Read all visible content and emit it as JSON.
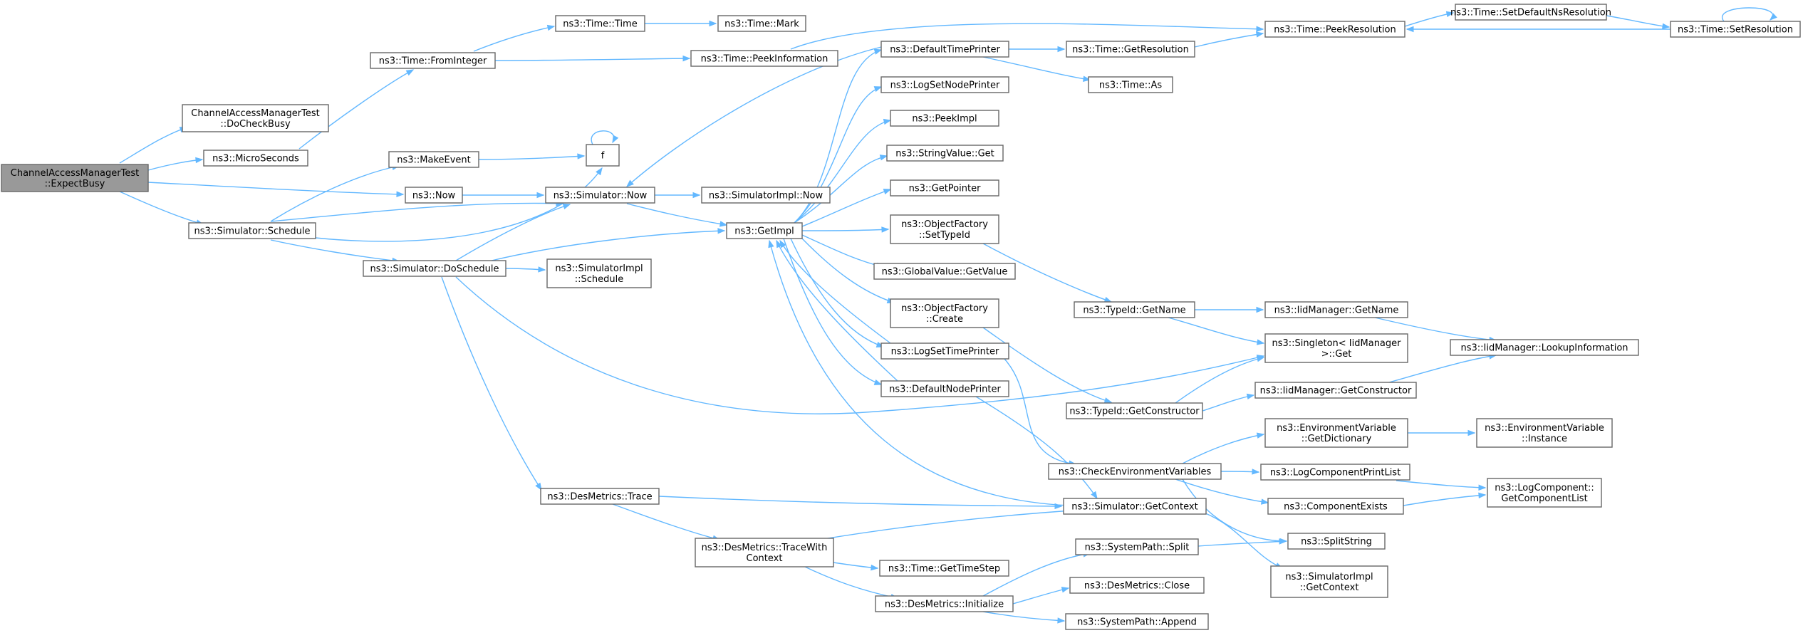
{
  "nodes": {
    "expect_busy": [
      "ChannelAccessManagerTest",
      "::ExpectBusy"
    ],
    "do_check_busy": [
      "ChannelAccessManagerTest",
      "::DoCheckBusy"
    ],
    "micro_seconds": [
      "ns3::MicroSeconds"
    ],
    "now": [
      "ns3::Now"
    ],
    "schedule": [
      "ns3::Simulator::Schedule"
    ],
    "from_integer": [
      "ns3::Time::FromInteger"
    ],
    "time_time": [
      "ns3::Time::Time"
    ],
    "time_mark": [
      "ns3::Time::Mark"
    ],
    "peek_information": [
      "ns3::Time::PeekInformation"
    ],
    "make_event": [
      "ns3::MakeEvent"
    ],
    "f": [
      "f"
    ],
    "simulator_now": [
      "ns3::Simulator::Now"
    ],
    "do_schedule": [
      "ns3::Simulator::DoSchedule"
    ],
    "get_impl": [
      "ns3::GetImpl"
    ],
    "simulator_impl_now": [
      "ns3::SimulatorImpl::Now"
    ],
    "simulator_impl_schedule": [
      "ns3::SimulatorImpl",
      "::Schedule"
    ],
    "des_trace": [
      "ns3::DesMetrics::Trace"
    ],
    "des_trace_with_context": [
      "ns3::DesMetrics::TraceWith",
      "Context"
    ],
    "default_time_printer": [
      "ns3::DefaultTimePrinter"
    ],
    "log_set_node_printer": [
      "ns3::LogSetNodePrinter"
    ],
    "peek_impl": [
      "ns3::PeekImpl"
    ],
    "string_value_get": [
      "ns3::StringValue::Get"
    ],
    "get_pointer": [
      "ns3::GetPointer"
    ],
    "object_factory_set_type_id": [
      "ns3::ObjectFactory",
      "::SetTypeId"
    ],
    "global_value_get_value": [
      "ns3::GlobalValue::GetValue"
    ],
    "object_factory_create": [
      "ns3::ObjectFactory",
      "::Create"
    ],
    "log_set_time_printer": [
      "ns3::LogSetTimePrinter"
    ],
    "default_node_printer": [
      "ns3::DefaultNodePrinter"
    ],
    "get_time_step": [
      "ns3::Time::GetTimeStep"
    ],
    "des_initialize": [
      "ns3::DesMetrics::Initialize"
    ],
    "get_resolution": [
      "ns3::Time::GetResolution"
    ],
    "time_as": [
      "ns3::Time::As"
    ],
    "peek_resolution": [
      "ns3::Time::PeekResolution"
    ],
    "set_default_ns_resolution": [
      "ns3::Time::SetDefaultNsResolution"
    ],
    "set_resolution": [
      "ns3::Time::SetResolution"
    ],
    "type_id_get_name": [
      "ns3::TypeId::GetName"
    ],
    "iid_get_name": [
      "ns3::IidManager::GetName"
    ],
    "singleton_get": [
      "ns3::Singleton< IidManager",
      ">::Get"
    ],
    "lookup_information": [
      "ns3::IidManager::LookupInformation"
    ],
    "type_id_get_constructor": [
      "ns3::TypeId::GetConstructor"
    ],
    "iid_get_constructor": [
      "ns3::IidManager::GetConstructor"
    ],
    "check_env_vars": [
      "ns3::CheckEnvironmentVariables"
    ],
    "env_get_dictionary": [
      "ns3::EnvironmentVariable",
      "::GetDictionary"
    ],
    "env_instance": [
      "ns3::EnvironmentVariable",
      "::Instance"
    ],
    "log_component_print_list": [
      "ns3::LogComponentPrintList"
    ],
    "component_exists": [
      "ns3::ComponentExists"
    ],
    "get_component_list": [
      "ns3::LogComponent::",
      "GetComponentList"
    ],
    "simulator_get_context": [
      "ns3::Simulator::GetContext"
    ],
    "split_string": [
      "ns3::SplitString"
    ],
    "system_path_split": [
      "ns3::SystemPath::Split"
    ],
    "des_close": [
      "ns3::DesMetrics::Close"
    ],
    "system_path_append": [
      "ns3::SystemPath::Append"
    ],
    "simulator_impl_get_context": [
      "ns3::SimulatorImpl",
      "::GetContext"
    ]
  },
  "colors": {
    "edge": "#63b8ff",
    "node_border": "#666666",
    "root_fill": "#999999",
    "node_fill": "#ffffff"
  }
}
